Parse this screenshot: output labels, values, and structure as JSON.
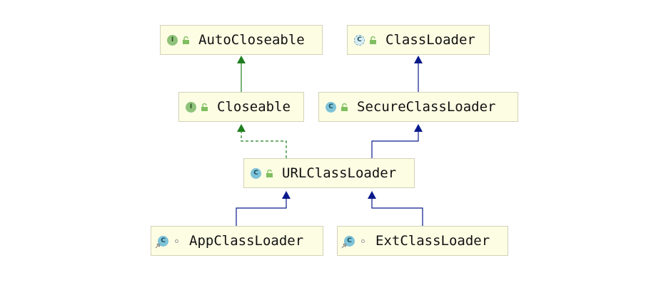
{
  "nodes": {
    "autocloseable": {
      "label": "AutoCloseable",
      "badge_letter": "I",
      "kind": "interface",
      "visibility": "public"
    },
    "classloader": {
      "label": "ClassLoader",
      "badge_letter": "C",
      "kind": "abstract-class",
      "visibility": "public"
    },
    "closeable": {
      "label": "Closeable",
      "badge_letter": "I",
      "kind": "interface",
      "visibility": "public"
    },
    "secureclassloader": {
      "label": "SecureClassLoader",
      "badge_letter": "C",
      "kind": "class",
      "visibility": "public"
    },
    "urlclassloader": {
      "label": "URLClassLoader",
      "badge_letter": "C",
      "kind": "class",
      "visibility": "public"
    },
    "appclassloader": {
      "label": "AppClassLoader",
      "badge_letter": "C",
      "kind": "class",
      "visibility": "package-private"
    },
    "extclassloader": {
      "label": "ExtClassLoader",
      "badge_letter": "C",
      "kind": "class",
      "visibility": "package-private"
    }
  },
  "edges": [
    {
      "from": "closeable",
      "to": "autocloseable",
      "relation": "extends"
    },
    {
      "from": "secureclassloader",
      "to": "classloader",
      "relation": "extends"
    },
    {
      "from": "urlclassloader",
      "to": "closeable",
      "relation": "implements"
    },
    {
      "from": "urlclassloader",
      "to": "secureclassloader",
      "relation": "extends"
    },
    {
      "from": "appclassloader",
      "to": "urlclassloader",
      "relation": "extends"
    },
    {
      "from": "extclassloader",
      "to": "urlclassloader",
      "relation": "extends"
    }
  ],
  "colors": {
    "extends_interface": "#1f7f1f",
    "extends_class": "#0a1a8c",
    "implements": "#1f7f1f",
    "node_fill": "#fdfde4",
    "node_border": "#d2d2b8",
    "lock": "#7fbf5f"
  }
}
